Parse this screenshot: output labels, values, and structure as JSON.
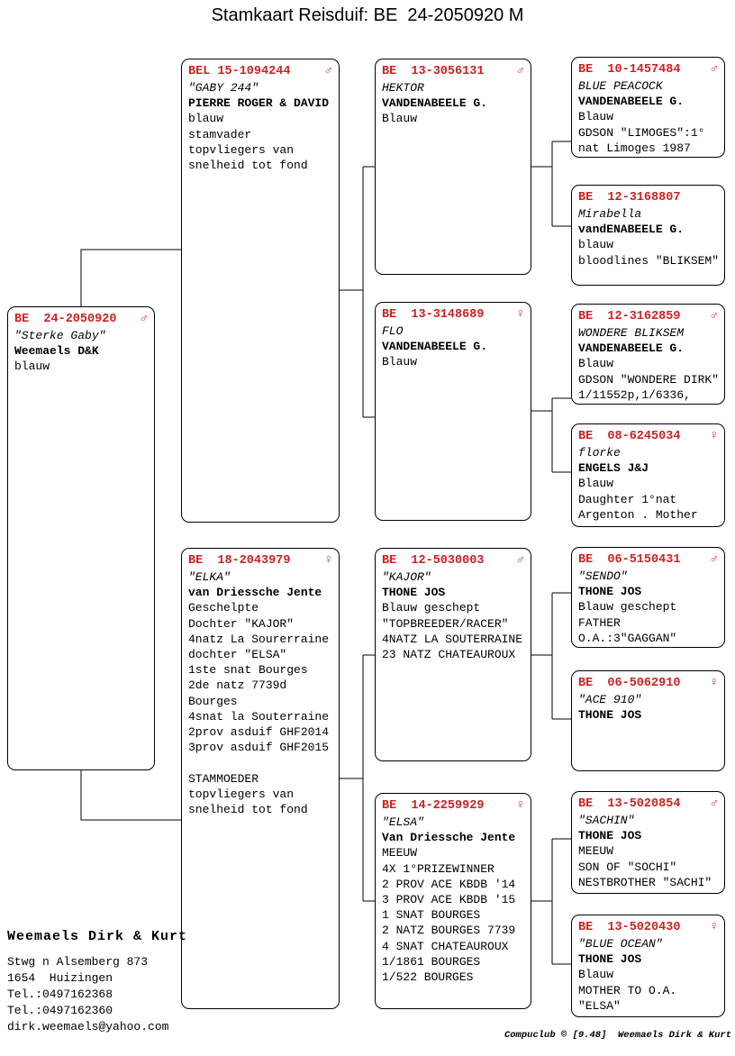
{
  "title": "Stamkaart Reisduif: BE  24-2050920 M",
  "colors": {
    "ring_red": "#cc2222",
    "line_black": "#000000"
  },
  "boxes": [
    {
      "key": "subject",
      "ring": "BE  24-2050920",
      "sex": "♂",
      "lines": [
        {
          "style": "italic",
          "text": "\"Sterke Gaby\""
        },
        {
          "style": "bold",
          "text": "Weemaels D&K"
        },
        {
          "style": "plain",
          "text": "blauw"
        }
      ]
    },
    {
      "key": "sire",
      "ring": "BEL 15-1094244",
      "sex": "♂",
      "lines": [
        {
          "style": "italic",
          "text": "\"GABY 244\""
        },
        {
          "style": "bold",
          "text": "PIERRE ROGER & DAVID"
        },
        {
          "style": "plain",
          "text": "blauw"
        },
        {
          "style": "plain",
          "text": "stamvader"
        },
        {
          "style": "plain",
          "text": "topvliegers van"
        },
        {
          "style": "plain",
          "text": "snelheid tot fond"
        }
      ]
    },
    {
      "key": "dam",
      "ring": "BE  18-2043979",
      "sex": "♀",
      "lines": [
        {
          "style": "italic",
          "text": "\"ELKA\""
        },
        {
          "style": "bold",
          "text": "van Driessche Jente"
        },
        {
          "style": "plain",
          "text": "Geschelpte"
        },
        {
          "style": "plain",
          "text": "Dochter \"KAJOR\""
        },
        {
          "style": "plain",
          "text": "4natz La Sourerraine"
        },
        {
          "style": "plain",
          "text": "dochter \"ELSA\""
        },
        {
          "style": "plain",
          "text": "1ste snat Bourges"
        },
        {
          "style": "plain",
          "text": "2de natz 7739d"
        },
        {
          "style": "plain",
          "text": "Bourges"
        },
        {
          "style": "plain",
          "text": "4snat la Souterraine"
        },
        {
          "style": "plain",
          "text": "2prov asduif GHF2014"
        },
        {
          "style": "plain",
          "text": "3prov asduif GHF2015"
        },
        {
          "style": "plain",
          "text": ""
        },
        {
          "style": "plain",
          "text": "STAMMOEDER"
        },
        {
          "style": "plain",
          "text": "topvliegers van"
        },
        {
          "style": "plain",
          "text": "snelheid tot fond"
        }
      ]
    },
    {
      "key": "grandsire-paternal",
      "ring": "BE  13-3056131",
      "sex": "♂",
      "lines": [
        {
          "style": "italic",
          "text": "HEKTOR"
        },
        {
          "style": "bold",
          "text": "VANDENABEELE G."
        },
        {
          "style": "plain",
          "text": "Blauw"
        }
      ]
    },
    {
      "key": "granddam-paternal",
      "ring": "BE  13-3148689",
      "sex": "♀",
      "lines": [
        {
          "style": "italic",
          "text": "FLO"
        },
        {
          "style": "bold",
          "text": "VANDENABEELE G."
        },
        {
          "style": "plain",
          "text": "Blauw"
        }
      ]
    },
    {
      "key": "grandsire-maternal",
      "ring": "BE  12-5030003",
      "sex": "♂",
      "lines": [
        {
          "style": "italic",
          "text": "\"KAJOR\""
        },
        {
          "style": "bold",
          "text": "THONE JOS"
        },
        {
          "style": "plain",
          "text": "Blauw geschept"
        },
        {
          "style": "plain",
          "text": "\"TOPBREEDER/RACER\""
        },
        {
          "style": "plain",
          "text": "4NATZ LA SOUTERRAINE"
        },
        {
          "style": "plain",
          "text": "23 NATZ CHATEAUROUX"
        }
      ]
    },
    {
      "key": "granddam-maternal",
      "ring": "BE  14-2259929",
      "sex": "♀",
      "lines": [
        {
          "style": "italic",
          "text": "\"ELSA\""
        },
        {
          "style": "bold",
          "text": "Van Driessche Jente"
        },
        {
          "style": "plain",
          "text": "MEEUW"
        },
        {
          "style": "plain",
          "text": "4X 1°PRIZEWINNER"
        },
        {
          "style": "plain",
          "text": "2 PROV ACE KBDB '14"
        },
        {
          "style": "plain",
          "text": "3 PROV ACE KBDB '15"
        },
        {
          "style": "plain",
          "text": "1 SNAT BOURGES"
        },
        {
          "style": "plain",
          "text": "2 NATZ BOURGES 7739"
        },
        {
          "style": "plain",
          "text": "4 SNAT CHATEAUROUX"
        },
        {
          "style": "plain",
          "text": "1/1861 BOURGES"
        },
        {
          "style": "plain",
          "text": "1/522 BOURGES"
        }
      ]
    },
    {
      "key": "ggp-1",
      "ring": "BE  10-1457484",
      "sex": "♂",
      "lines": [
        {
          "style": "italic",
          "text": "BLUE PEACOCK"
        },
        {
          "style": "bold",
          "text": "VANDENABEELE G."
        },
        {
          "style": "plain",
          "text": "Blauw"
        },
        {
          "style": "plain",
          "text": "GDSON \"LIMOGES\":1°"
        },
        {
          "style": "plain",
          "text": "nat Limoges 1987"
        }
      ]
    },
    {
      "key": "ggp-2",
      "ring": "BE  12-3168807",
      "sex": "",
      "lines": [
        {
          "style": "italic",
          "text": "Mirabella"
        },
        {
          "style": "bold",
          "text": "vandENABEELE G."
        },
        {
          "style": "plain",
          "text": "blauw"
        },
        {
          "style": "plain",
          "text": "bloodlines \"BLIKSEM\""
        }
      ]
    },
    {
      "key": "ggp-3",
      "ring": "BE  12-3162859",
      "sex": "♂",
      "lines": [
        {
          "style": "italic",
          "text": "WONDERE BLIKSEM"
        },
        {
          "style": "bold",
          "text": "VANDENABEELE G."
        },
        {
          "style": "plain",
          "text": "Blauw"
        },
        {
          "style": "plain",
          "text": "GDSON \"WONDERE DIRK\""
        },
        {
          "style": "plain",
          "text": "1/11552p,1/6336,"
        }
      ]
    },
    {
      "key": "ggp-4",
      "ring": "BE  08-6245034",
      "sex": "♀",
      "lines": [
        {
          "style": "italic",
          "text": "florke"
        },
        {
          "style": "bold",
          "text": "ENGELS J&J"
        },
        {
          "style": "plain",
          "text": "Blauw"
        },
        {
          "style": "plain",
          "text": "Daughter 1°nat"
        },
        {
          "style": "plain",
          "text": "Argenton . Mother"
        }
      ]
    },
    {
      "key": "ggp-5",
      "ring": "BE  06-5150431",
      "sex": "♂",
      "lines": [
        {
          "style": "italic",
          "text": "\"SENDO\""
        },
        {
          "style": "bold",
          "text": "THONE JOS"
        },
        {
          "style": "plain",
          "text": "Blauw geschept"
        },
        {
          "style": "plain",
          "text": "FATHER"
        },
        {
          "style": "plain",
          "text": "O.A.:3\"GAGGAN\""
        }
      ]
    },
    {
      "key": "ggp-6",
      "ring": "BE  06-5062910",
      "sex": "♀",
      "lines": [
        {
          "style": "italic",
          "text": "\"ACE 910\""
        },
        {
          "style": "bold",
          "text": "THONE JOS"
        }
      ]
    },
    {
      "key": "ggp-7",
      "ring": "BE  13-5020854",
      "sex": "♂",
      "lines": [
        {
          "style": "italic",
          "text": "\"SACHIN\""
        },
        {
          "style": "bold",
          "text": "THONE JOS"
        },
        {
          "style": "plain",
          "text": "MEEUW"
        },
        {
          "style": "plain",
          "text": "SON OF \"SOCHI\""
        },
        {
          "style": "plain",
          "text": "NESTBROTHER \"SACHI\""
        }
      ]
    },
    {
      "key": "ggp-8",
      "ring": "BE  13-5020430",
      "sex": "♀",
      "lines": [
        {
          "style": "italic",
          "text": "\"BLUE OCEAN\""
        },
        {
          "style": "bold",
          "text": "THONE JOS"
        },
        {
          "style": "plain",
          "text": "Blauw"
        },
        {
          "style": "plain",
          "text": "MOTHER TO O.A."
        },
        {
          "style": "plain",
          "text": "\"ELSA\""
        }
      ]
    }
  ],
  "owner": {
    "name": "Weemaels Dirk & Kurt",
    "lines": [
      "Stwg n Alsemberg 873",
      "1654  Huizingen",
      "Tel.:0497162368",
      "Tel.:0497162360",
      "dirk.weemaels@yahoo.com"
    ]
  },
  "footer": "Compuclub © [9.48]  Weemaels Dirk & Kurt"
}
